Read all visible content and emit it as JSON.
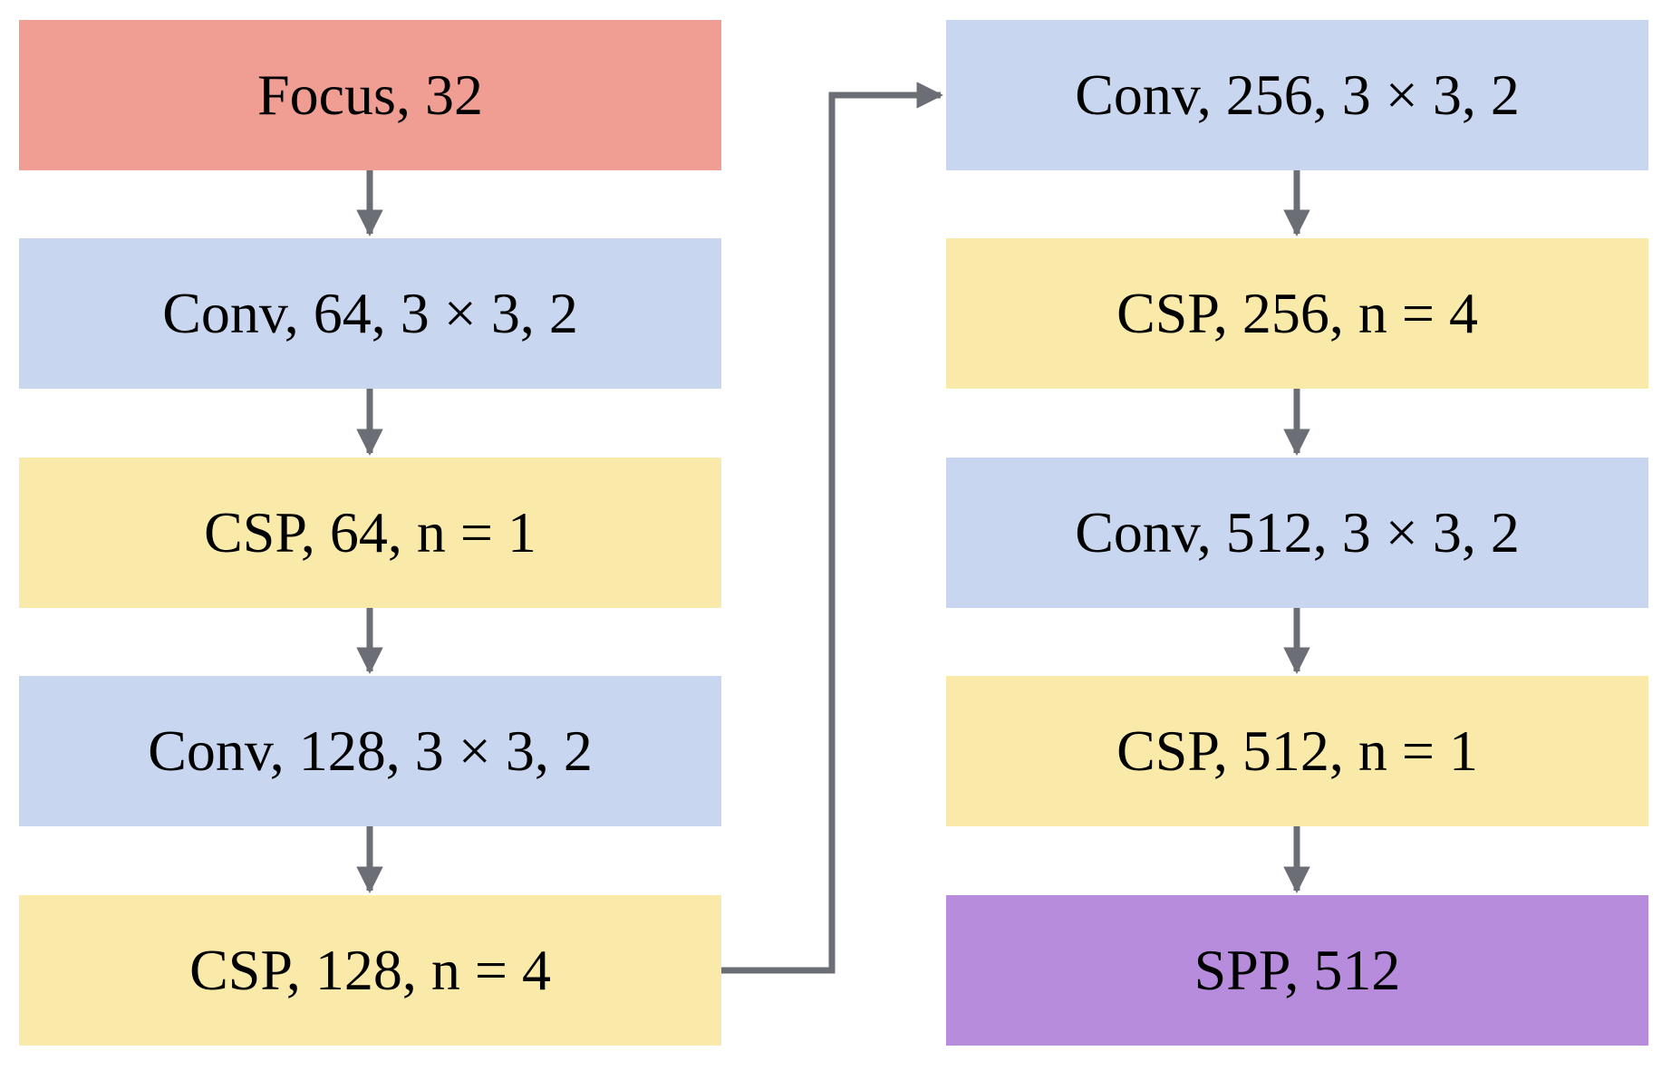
{
  "diagram": {
    "left_column": [
      {
        "label": "Focus, 32",
        "kind": "focus"
      },
      {
        "label": "Conv, 64, 3 × 3, 2",
        "kind": "conv"
      },
      {
        "label": "CSP, 64, n = 1",
        "kind": "csp"
      },
      {
        "label": "Conv, 128, 3 × 3, 2",
        "kind": "conv"
      },
      {
        "label": "CSP, 128, n = 4",
        "kind": "csp"
      }
    ],
    "right_column": [
      {
        "label": "Conv, 256, 3 × 3, 2",
        "kind": "conv"
      },
      {
        "label": "CSP, 256, n = 4",
        "kind": "csp"
      },
      {
        "label": "Conv, 512, 3 × 3, 2",
        "kind": "conv"
      },
      {
        "label": "CSP, 512, n = 1",
        "kind": "csp"
      },
      {
        "label": "SPP, 512",
        "kind": "spp"
      }
    ],
    "colors": {
      "focus": "#f09e94",
      "conv": "#c8d6ef",
      "csp": "#faeaaa",
      "spp": "#b78cdd",
      "arrow": "#6b6e75"
    }
  }
}
